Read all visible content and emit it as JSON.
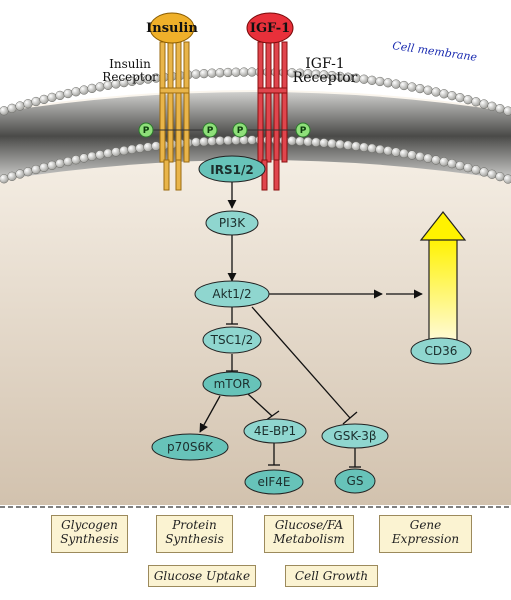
{
  "ligands": {
    "insulin": "Insulin",
    "igf1": "IGF-1"
  },
  "receptors": {
    "insulin_line1": "Insulin",
    "insulin_line2": "Receptor",
    "igf1_line1": "IGF-1",
    "igf1_line2": "Receptor"
  },
  "membrane_label": "Cell membrane",
  "phospho_label": "P",
  "nodes": {
    "irs": "IRS1/2",
    "pi3k": "PI3K",
    "akt": "Akt1/2",
    "tsc": "TSC1/2",
    "mtor": "mTOR",
    "p70": "p70S6K",
    "bp1": "4E-BP1",
    "gsk": "GSK-3β",
    "eif4e": "eIF4E",
    "gs": "GS",
    "cd36": "CD36"
  },
  "outcomes": {
    "glycogen": [
      "Glycogen",
      "Synthesis"
    ],
    "protein": [
      "Protein",
      "Synthesis"
    ],
    "metabolism": [
      "Glucose/FA",
      "Metabolism"
    ],
    "gene": [
      "Gene",
      "Expression"
    ],
    "uptake": "Glucose Uptake",
    "growth": "Cell Growth"
  },
  "colors": {
    "node_fill": "#67c3b9",
    "insulin_receptor": "#e9b54a",
    "igf1_receptor": "#e0454d",
    "phospho": "#8fe07a",
    "arrow_yellow": "#ffee00"
  }
}
